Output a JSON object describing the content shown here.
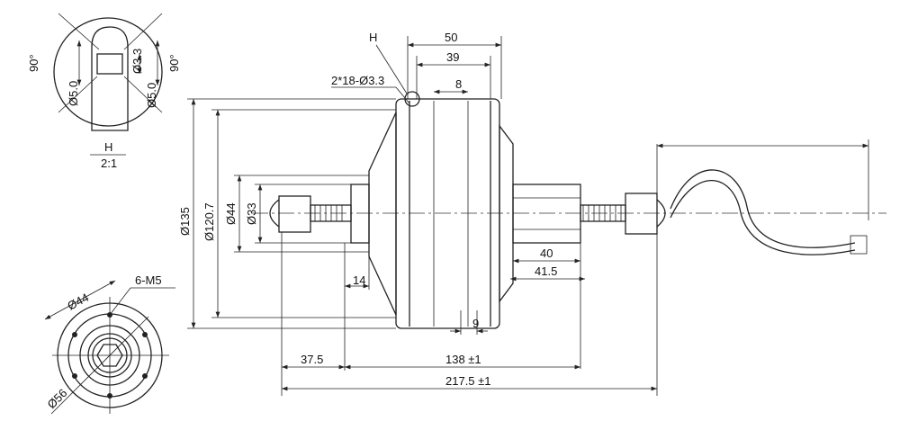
{
  "detail": {
    "label": "H",
    "scale": "2:1",
    "angle_left": "90°",
    "angle_right": "90°",
    "dia_left": "Ø5.0",
    "dia_hole": "Ø3.3",
    "dia_right": "Ø5.0"
  },
  "end_view": {
    "bolt_circle": "Ø44",
    "holes": "6-M5",
    "outer": "Ø56"
  },
  "main": {
    "h_marker": "H",
    "holes_note": "2*18-Ø3.3",
    "width_50": "50",
    "width_39": "39",
    "width_8": "8",
    "dia_135": "Ø135",
    "dia_120_7": "Ø120.7",
    "dia_44": "Ø44",
    "dia_33": "Ø33",
    "len_14": "14",
    "len_40": "40",
    "len_41_5": "41.5",
    "len_9": "9",
    "len_37_5": "37.5",
    "len_138": "138 ±1",
    "len_217_5": "217.5 ±1"
  }
}
